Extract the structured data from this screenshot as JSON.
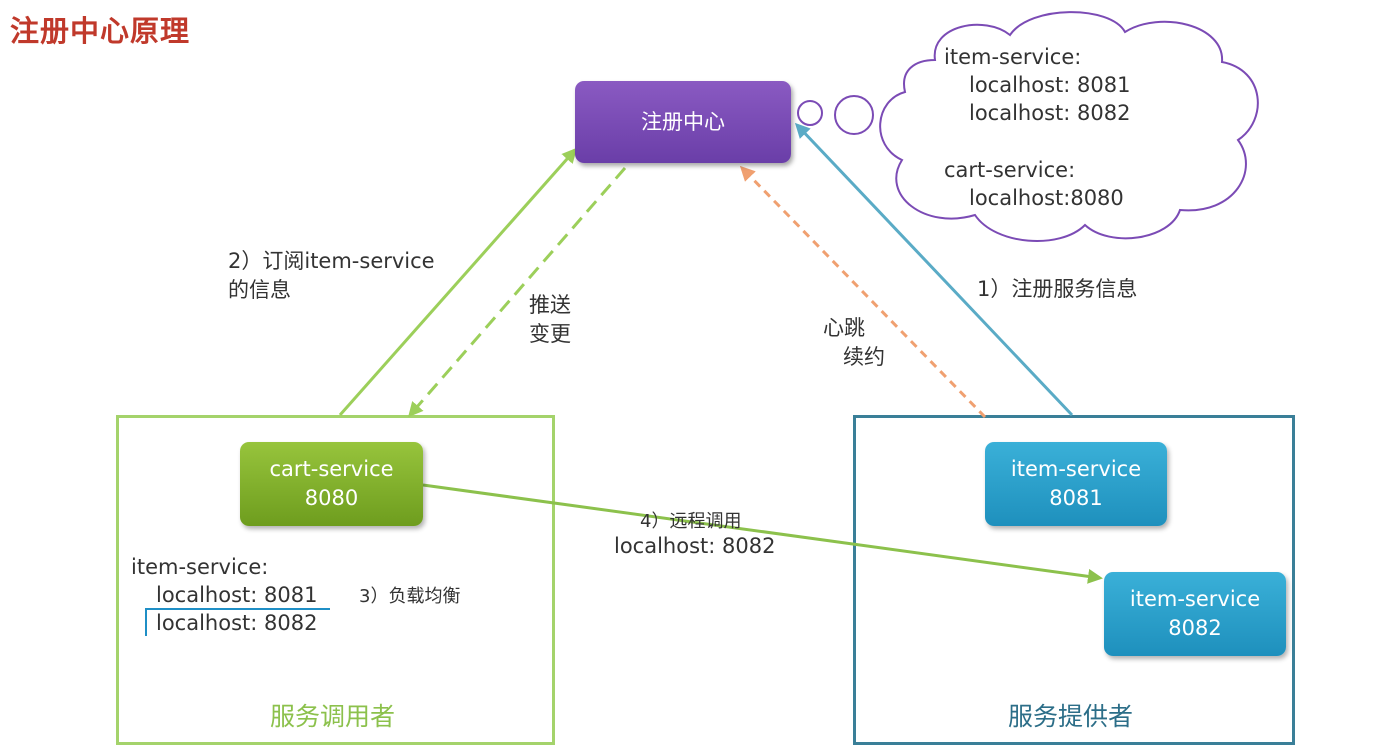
{
  "title": "注册中心原理",
  "registry": {
    "label": "注册中心"
  },
  "cloud": {
    "line1": "item-service:",
    "line2": "localhost: 8081",
    "line3": "localhost: 8082",
    "line4": "cart-service:",
    "line5": "localhost:8080"
  },
  "consumer": {
    "service_name": "cart-service",
    "port": "8080",
    "cache": {
      "header": "item-service:",
      "entry1": "localhost: 8081",
      "entry2": "localhost: 8082"
    },
    "group_label": "服务调用者"
  },
  "provider": {
    "instance1": {
      "name": "item-service",
      "port": "8081"
    },
    "instance2": {
      "name": "item-service",
      "port": "8082"
    },
    "group_label": "服务提供者"
  },
  "steps": {
    "step1": "1）注册服务信息",
    "step2_line1": "2）订阅item-service",
    "step2_line2": "的信息",
    "step3": "3）负载均衡",
    "step4_line1": "4）远程调用",
    "step4_line2": "localhost: 8082",
    "push_line1": "推送",
    "push_line2": "变更",
    "heartbeat_line1": "心跳",
    "heartbeat_line2": "续约"
  },
  "colors": {
    "title": "#c0392b",
    "registry": "#7b4bb5",
    "consumer": "#8cc14c",
    "provider": "#1f9fd0",
    "heartbeat": "#f0a070",
    "register_arrow": "#5aabc6"
  }
}
